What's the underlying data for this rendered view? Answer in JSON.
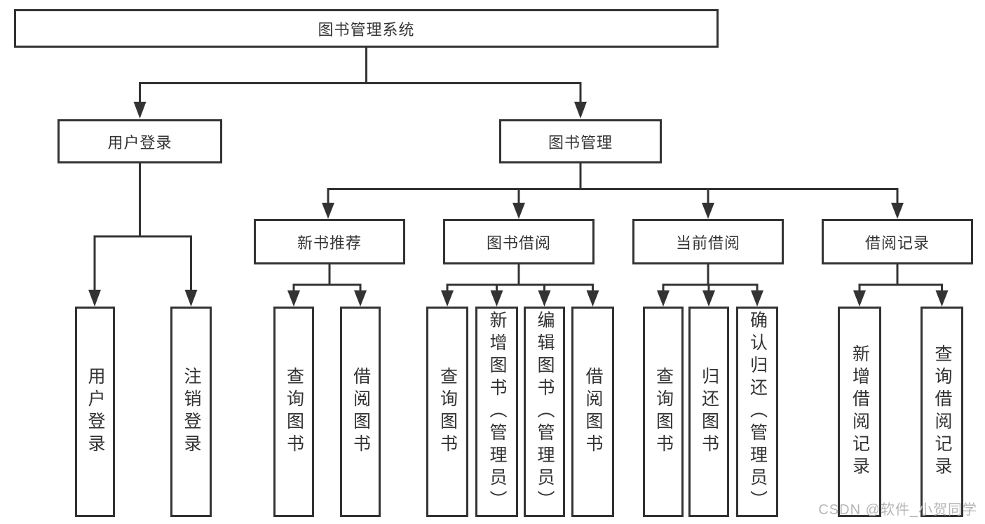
{
  "tree": {
    "root": {
      "label": "图书管理系统"
    },
    "branches": [
      {
        "label": "用户登录",
        "children": [
          {
            "label": "用户登录"
          },
          {
            "label": "注销登录"
          }
        ]
      },
      {
        "label": "图书管理",
        "children": [
          {
            "label": "新书推荐",
            "children": [
              {
                "label": "查询图书"
              },
              {
                "label": "借阅图书"
              }
            ]
          },
          {
            "label": "图书借阅",
            "children": [
              {
                "label": "查询图书"
              },
              {
                "label": "新增图书（管理员）"
              },
              {
                "label": "编辑图书（管理员）"
              },
              {
                "label": "借阅图书"
              }
            ]
          },
          {
            "label": "当前借阅",
            "children": [
              {
                "label": "查询图书"
              },
              {
                "label": "归还图书"
              },
              {
                "label": "确认归还（管理员）"
              }
            ]
          },
          {
            "label": "借阅记录",
            "children": [
              {
                "label": "新增借阅记录"
              },
              {
                "label": "查询借阅记录"
              }
            ]
          }
        ]
      }
    ]
  },
  "watermark": {
    "text": "CSDN @软件_小贺同学"
  },
  "colors": {
    "line": "#333333",
    "text": "#333333",
    "background": "#ffffff",
    "watermark": "#b6b6b6"
  }
}
